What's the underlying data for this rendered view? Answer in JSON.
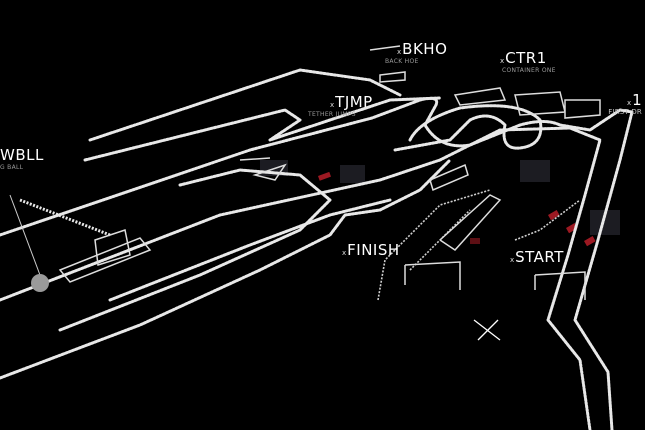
{
  "markers": [
    {
      "id": "bkho",
      "code": "BKHO",
      "name": "BACK HOE"
    },
    {
      "id": "ctr1",
      "code": "CTR1",
      "name": "CONTAINER ONE"
    },
    {
      "id": "tjmp",
      "code": "TJMP",
      "name": "TETHER JUMPS"
    },
    {
      "id": "wbll",
      "code": "WBLL",
      "name": "G BALL"
    },
    {
      "id": "first",
      "code": "1",
      "name": "FIRST DR"
    },
    {
      "id": "finish",
      "code": "FINISH",
      "name": ""
    },
    {
      "id": "start",
      "code": "START",
      "name": ""
    }
  ],
  "marker_prefix": "x",
  "colors": {
    "background": "#000000",
    "track": "#e8e8e8",
    "accent": "#c8202a"
  }
}
